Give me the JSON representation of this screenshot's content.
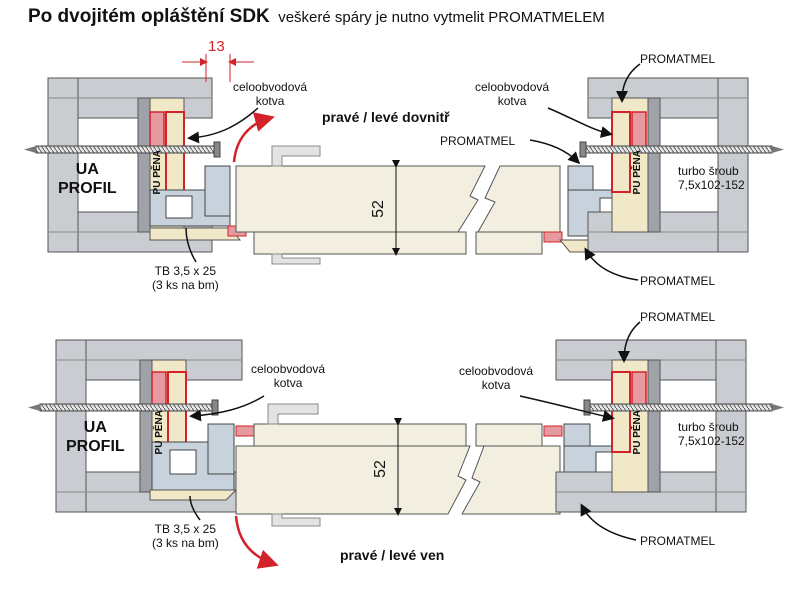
{
  "title": {
    "main": "Po dvojitém opláštění SDK",
    "sub": "veškeré spáry je nutno vytmelit PROMATMELEM"
  },
  "labels": {
    "anchor": [
      "celoobvodová",
      "kotva"
    ],
    "promatmel": "PROMATMEL",
    "ua_profil": [
      "UA",
      "PROFIL"
    ],
    "pu_pena": "PU PĚNA",
    "turbo": [
      "turbo šroub",
      "7,5x102-152"
    ],
    "tb": [
      "TB 3,5 x 25",
      "(3 ks na bm)"
    ],
    "dim_52": "52",
    "dim_13": "13"
  },
  "sections": {
    "top": {
      "opening": "pravé / levé dovnitř"
    },
    "bottom": {
      "opening": "pravé / levé ven"
    }
  },
  "colors": {
    "wall": "#c9ccd1",
    "wall_dark": "#9fa3a9",
    "frame": "#c7d2dc",
    "door": "#f3efe0",
    "seal": "#f1e8c7",
    "red": "#d2232a",
    "pink": "#e69aa0"
  }
}
